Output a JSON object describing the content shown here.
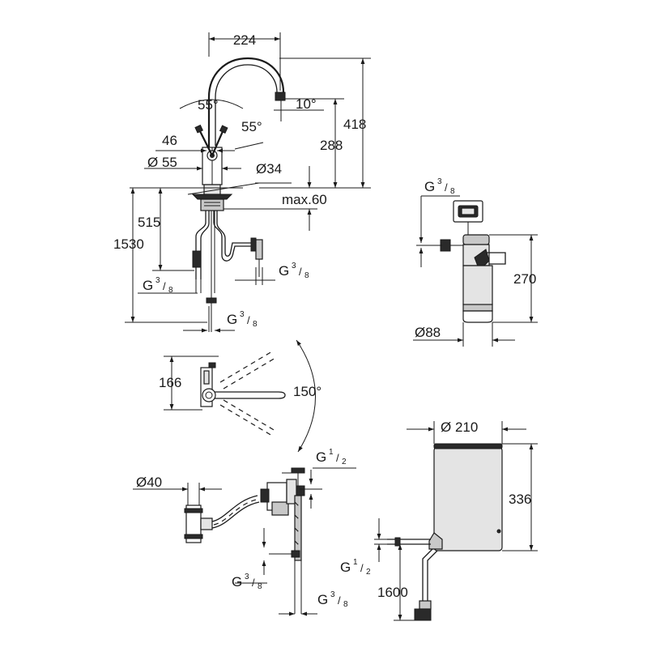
{
  "dimensions": {
    "spout_reach": "224",
    "handle_angle_top": "55°",
    "spout_angle": "10°",
    "handle_angle_side": "55°",
    "handle_height": "46",
    "body_diameter": "Ø 55",
    "hole_diameter": "Ø34",
    "spout_height": "288",
    "total_height": "418",
    "max_counter": "max.60",
    "hose_length_1": "515",
    "hose_length_2": "1530",
    "filter_height": "270",
    "filter_diameter": "Ø88",
    "swivel_depth": "166",
    "swivel_angle": "150°",
    "tee_diameter": "Ø40",
    "boiler_diameter": "Ø 210",
    "boiler_height": "336",
    "boiler_hose": "1600"
  },
  "threads": {
    "g38": {
      "letter": "G",
      "num": "3",
      "den": "8"
    },
    "g12": {
      "letter": "G",
      "num": "1",
      "den": "2"
    }
  }
}
